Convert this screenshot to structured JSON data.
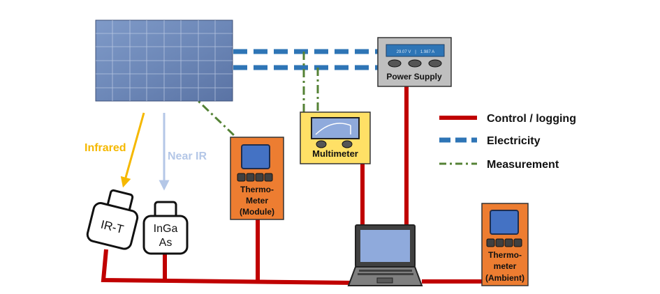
{
  "devices": {
    "power_supply": {
      "label": "Power Supply",
      "voltage": "29.07 V",
      "separator": "|",
      "current": "1.987 A"
    },
    "multimeter": {
      "label": "Multimeter"
    },
    "thermometer_module": {
      "line1": "Thermo-",
      "line2": "Meter",
      "line3": "(Module)"
    },
    "thermometer_ambient": {
      "line1": "Thermo-",
      "line2": "meter",
      "line3": "(Ambient)"
    },
    "ir_t": {
      "label": "IR-T"
    },
    "ingaas": {
      "line1": "InGa",
      "line2": "As"
    }
  },
  "rays": {
    "infrared": "Infrared",
    "near_ir": "Near IR"
  },
  "legend": [
    {
      "label": "Control / logging",
      "color": "#c00000",
      "style": "solid"
    },
    {
      "label": "Electricity",
      "color": "#2e75b6",
      "style": "dashed"
    },
    {
      "label": "Measurement",
      "color": "#548235",
      "style": "dash-dot"
    }
  ],
  "colors": {
    "control": "#c00000",
    "electricity": "#2e75b6",
    "measurement": "#548235",
    "thermometer_fill": "#ed7d31",
    "multimeter_fill": "#ffe066",
    "power_supply_fill": "#bfbfbf",
    "screen_fill": "#8faadc",
    "infrared": "#f5b800",
    "near_ir": "#b4c7e7"
  },
  "icons": [
    "solar-panel-icon",
    "laptop-icon"
  ]
}
